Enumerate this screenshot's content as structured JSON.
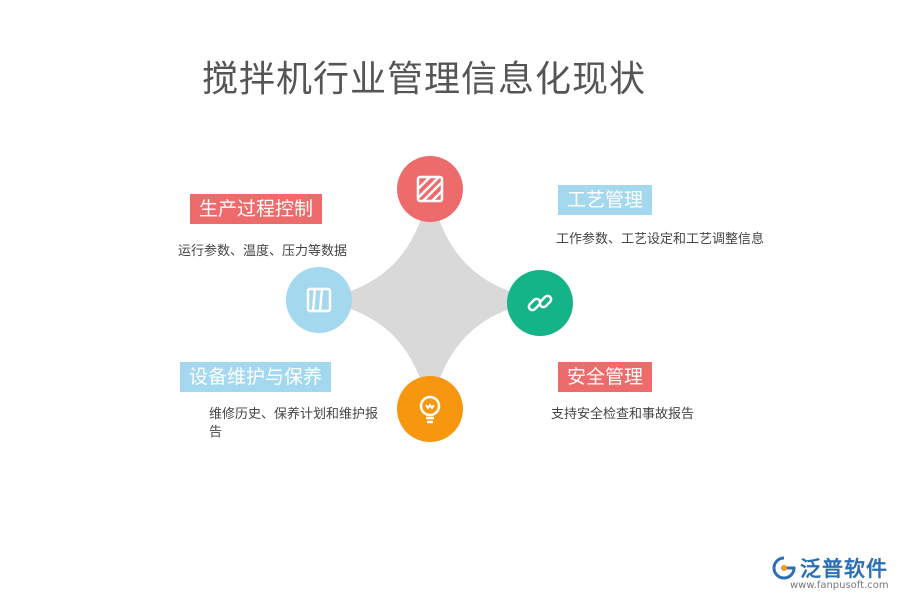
{
  "title": "搅拌机行业管理信息化现状",
  "colors": {
    "red": "#ee6b6b",
    "blue": "#a4d8ee",
    "green": "#14b388",
    "orange": "#f7960f",
    "gray": "#d9d9d9"
  },
  "items": [
    {
      "label": "生产过程控制",
      "desc": "运行参数、温度、压力等数据",
      "icon": "no-entry-striped-icon"
    },
    {
      "label": "工艺管理",
      "desc": "工作参数、工艺设定和工艺调整信息",
      "icon": "link-icon"
    },
    {
      "label": "设备维护与保养",
      "desc": "维修历史、保养计划和维护报告",
      "icon": "bulb-icon"
    },
    {
      "label": "安全管理",
      "desc": "支持安全检查和事故报告",
      "icon": "columns-icon"
    }
  ],
  "logo": {
    "name": "泛普软件",
    "url": "www.fanpusoft.com"
  }
}
